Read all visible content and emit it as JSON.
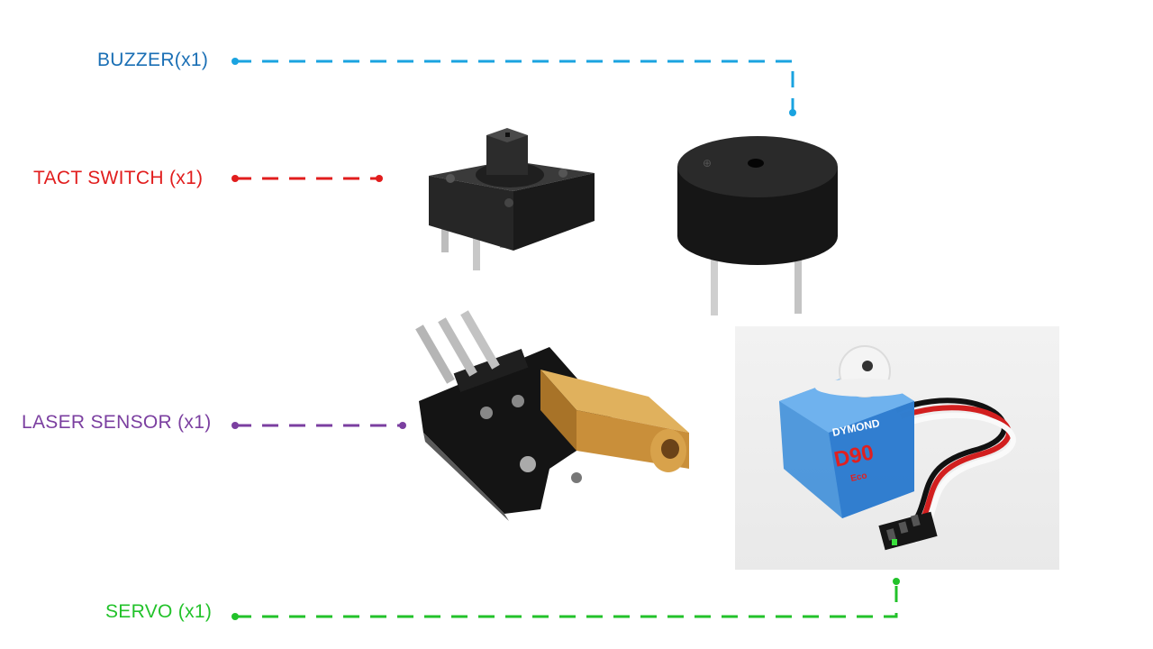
{
  "labels": {
    "buzzer": "BUZZER(x1)",
    "tact_switch": "TACT SWITCH (x1)",
    "laser_sensor": "LASER SENSOR (x1)",
    "servo": "SERVO (x1)"
  },
  "servo_text": {
    "brand": "DYMOND",
    "model": "D90",
    "variant": "Eco"
  },
  "colors": {
    "buzzer": "#1aa3e0",
    "tact_switch": "#e11d1d",
    "laser_sensor": "#7b3fa0",
    "servo": "#22c22a",
    "buzzer_text": "#1a6fb5"
  },
  "icons": {
    "buzzer": "buzzer-component-icon",
    "tact_switch": "tact-switch-component-icon",
    "laser_sensor": "laser-module-component-icon",
    "servo": "servo-motor-component-icon"
  }
}
